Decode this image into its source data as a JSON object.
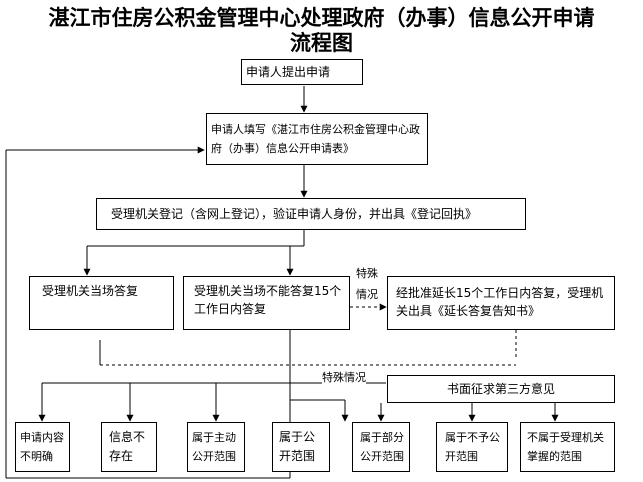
{
  "title": {
    "line1": "湛江市住房公积金管理中心处理政府（办事）信息公开申请",
    "line2": "流程图"
  },
  "nodes": {
    "submit": "申请人提出申请",
    "fill_form": "申请人填写《湛江市住房公积金管理中心政府（办事）信息公开申请表》",
    "register": "受理机关登记（含网上登记），验证申请人身份，并出具《登记回执》",
    "reply_onsite": "受理机关当场答复",
    "reply_15days": "受理机关当场不能答复15个工作日内答复",
    "extension": "经批准延长15个工作日内答复，受理机关出具《延长答复告知书》",
    "third_party": "书面征求第三方意见",
    "out_unclear": "申请内容不明确",
    "out_not_exist": "信息不存在",
    "out_active_scope": "属于主动公开范围",
    "out_public_scope": "属于公开范围",
    "out_partial_scope": "属于部分公开范围",
    "out_non_public": "属于不予公开范围",
    "out_not_accepting": "不属于受理机关掌握的范围"
  },
  "labels": {
    "special_1": "特殊",
    "special_2": "情况",
    "special_case": "特殊情况"
  }
}
